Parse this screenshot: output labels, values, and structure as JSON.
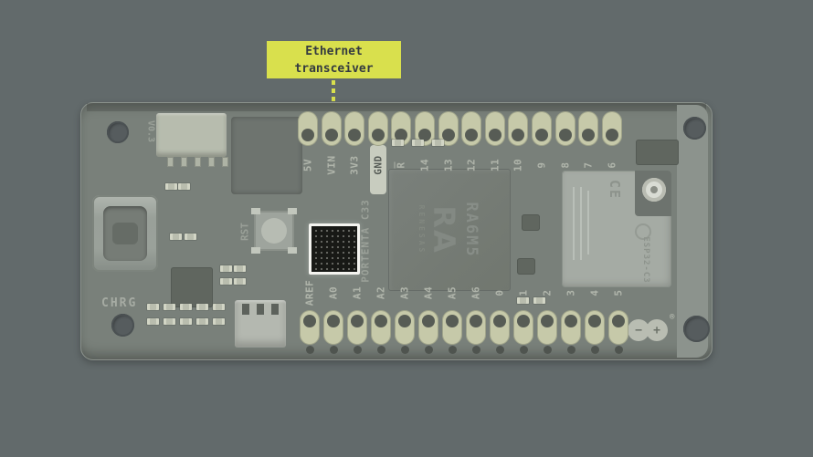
{
  "scene": {
    "background_color": "#626a6b"
  },
  "callout": {
    "label": "Ethernet transceiver",
    "bg_color": "#d9e04d",
    "text_color": "#343a40"
  },
  "board": {
    "name": "Arduino Portenta C33",
    "version_label": "V0.3",
    "chrg_label": "CHRG",
    "rst_label": "RST",
    "silkscreen_label": "PORTENTA C33",
    "top_pins": [
      {
        "label": "5V"
      },
      {
        "label": "VIN"
      },
      {
        "label": "3V3"
      },
      {
        "label": "GND",
        "boxed": true
      },
      {
        "label": "R",
        "overline": true
      },
      {
        "label": "14"
      },
      {
        "label": "13"
      },
      {
        "label": "12"
      },
      {
        "label": "11"
      },
      {
        "label": "10"
      },
      {
        "label": "9"
      },
      {
        "label": "8"
      },
      {
        "label": "7"
      },
      {
        "label": "6"
      }
    ],
    "bottom_pins": [
      {
        "label": "AREF"
      },
      {
        "label": "A0"
      },
      {
        "label": "A1"
      },
      {
        "label": "A2"
      },
      {
        "label": "A3"
      },
      {
        "label": "A4"
      },
      {
        "label": "A5"
      },
      {
        "label": "A6"
      },
      {
        "label": "0"
      },
      {
        "label": "1"
      },
      {
        "label": "2"
      },
      {
        "label": "3"
      },
      {
        "label": "4"
      },
      {
        "label": "5"
      }
    ],
    "mcu": {
      "logo": "RA",
      "brand": "RENESAS",
      "part": "RA6M5"
    },
    "wifi_module": {
      "ce_mark": "CE",
      "part": "ESP32-C3"
    },
    "arduino_logo": {
      "minus": "−",
      "plus": "+",
      "registered": "®"
    }
  }
}
